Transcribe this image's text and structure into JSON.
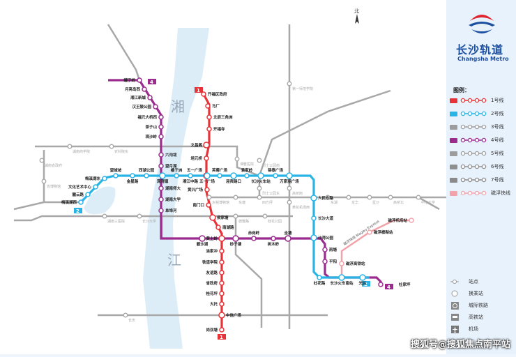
{
  "colors": {
    "line1": "#e63338",
    "line2": "#29b4e6",
    "line4": "#9b2b8f",
    "gray": "#9c9c9c",
    "maglev": "#f2a3aa",
    "river": "#dcedf8"
  },
  "logo": {
    "cn": "长沙轨道",
    "en": "Changsha Metro"
  },
  "compass": "北",
  "river_labels": [
    "湘",
    "江"
  ],
  "legend": {
    "title": "图例：",
    "lines": [
      {
        "num": "1",
        "label": "1号线",
        "color": "#e63338"
      },
      {
        "num": "2",
        "label": "2号线",
        "color": "#29b4e6"
      },
      {
        "num": "3",
        "label": "3号线",
        "color": "#9c9c9c"
      },
      {
        "num": "4",
        "label": "4号线",
        "color": "#9b2b8f"
      },
      {
        "num": "5",
        "label": "5号线",
        "color": "#9c9c9c"
      },
      {
        "num": "6",
        "label": "6号线",
        "color": "#8f8f8f"
      },
      {
        "num": "7",
        "label": "7号线",
        "color": "#8a8a8a"
      },
      {
        "num": "",
        "label": "磁浮快线",
        "color": "#f2a3aa"
      }
    ],
    "symbols": [
      {
        "icon": "station-icon",
        "label": "站点"
      },
      {
        "icon": "interchange-icon",
        "label": "换乘站"
      },
      {
        "icon": "intercity-rail-icon",
        "label": "城际铁路"
      },
      {
        "icon": "high-speed-rail-icon",
        "label": "高铁站"
      },
      {
        "icon": "airport-icon",
        "label": "机场"
      }
    ]
  },
  "lines": {
    "line1": {
      "badge": "1",
      "stations": [
        "开福区政府",
        "马厂",
        "北辰三角洲",
        "开福寺",
        "文昌阁",
        "培元桥",
        "五一广场",
        "黄兴广场",
        "南门口",
        "侯家塘",
        "南湖路",
        "黄土岭",
        "涂家冲",
        "铁道学院",
        "友谊路",
        "省政府",
        "桂花坪",
        "大托",
        "中信广场",
        "尚双塘"
      ]
    },
    "line2": {
      "badge": "2",
      "stations": [
        "梅溪湖西",
        "麓云路",
        "文化艺术中心",
        "梅溪湖东",
        "望城坡",
        "金星路",
        "西湖公园",
        "溁湾镇",
        "橘子洲",
        "湘江中路",
        "五一广场",
        "芙蓉广场",
        "迎宾路口",
        "袁家岭",
        "长沙火车站",
        "锦泰广场",
        "万家丽广场",
        "人民东路",
        "长沙大道",
        "沙湾公园",
        "杜花路",
        "长沙火车南站",
        "光达"
      ]
    },
    "line4": {
      "badge": "4",
      "stations": [
        "罐子岭",
        "月亮岛西",
        "湘江新城",
        "汉王陵公园",
        "福元大桥西",
        "茶子山",
        "观沙岭",
        "六沟垅",
        "望月湖",
        "湖南师大",
        "湖南大学",
        "阜埠河",
        "碧沙湖",
        "砂子塘",
        "赤岗岭",
        "树木岭",
        "圭塘",
        "雨塘",
        "平阳",
        "杜家坪"
      ]
    },
    "maglev": {
      "label": "磁浮快线 Maglev Express",
      "stations": [
        "磁浮高铁站",
        "磁浮榔梨站",
        "磁浮机场站"
      ]
    }
  },
  "gray_labels": [
    "湘雅医院",
    "烈士公园南",
    "烈士公园东",
    "四方坪",
    "德雅路",
    "东塘",
    "桂花公园",
    "湖南省政府",
    "湖南商学院",
    "农科院东",
    "水稻博物馆",
    "东湖",
    "龙华",
    "星沙",
    "高桥北",
    "高桥南",
    "黄花机场西",
    "中南大学",
    "长沙大学",
    "第一师范学院",
    "省博物馆",
    "湖南三医院",
    "长庆"
  ],
  "watermark": "搜狐号@搜狐焦点南平站"
}
